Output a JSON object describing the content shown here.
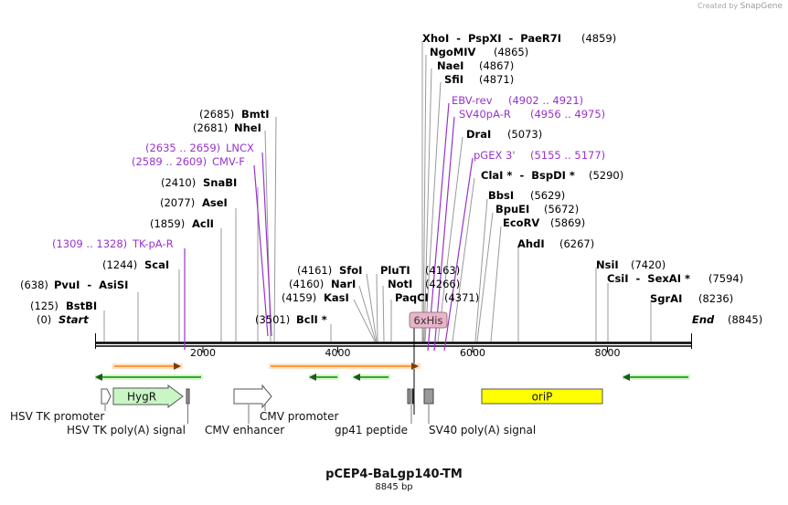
{
  "credit": {
    "prefix": "Created by",
    "brand": "SnapGene"
  },
  "plasmid": {
    "name": "pCEP4-BaLgp140-TM",
    "length_label": "8845 bp",
    "length": 8845
  },
  "colors": {
    "enzyme_text": "#000000",
    "primer_text": "#9933cc",
    "primer_line": "#9933cc",
    "leader_line": "#999999",
    "orange_arrow": "#ff9a3c",
    "green_arrow": "#33aa33",
    "hygr_fill": "#c8f7c5",
    "orip_fill": "#ffff00",
    "tag_fill": "#e8b4c8",
    "grey_fill": "#999999"
  },
  "ticks": [
    {
      "pos": 2000,
      "label": "2000"
    },
    {
      "pos": 4000,
      "label": "4000"
    },
    {
      "pos": 6000,
      "label": "6000"
    },
    {
      "pos": 8000,
      "label": "8000"
    }
  ],
  "ends": {
    "start_label": "Start",
    "start_pos": "(0)",
    "end_label": "End",
    "end_pos": "(8845)"
  },
  "sites": [
    {
      "name": "BstBI",
      "pos": "(125)",
      "kind": "enzyme"
    },
    {
      "name": "PvuI  -  AsiSI",
      "pos": "(638)",
      "kind": "enzyme"
    },
    {
      "name": "ScaI",
      "pos": "(1244)",
      "kind": "enzyme"
    },
    {
      "name": "TK-pA-R",
      "pos": "(1309 .. 1328)",
      "kind": "primer"
    },
    {
      "name": "AclI",
      "pos": "(1859)",
      "kind": "enzyme"
    },
    {
      "name": "AseI",
      "pos": "(2077)",
      "kind": "enzyme"
    },
    {
      "name": "SnaBI",
      "pos": "(2410)",
      "kind": "enzyme"
    },
    {
      "name": "CMV-F",
      "pos": "(2589 .. 2609)",
      "kind": "primer"
    },
    {
      "name": "LNCX",
      "pos": "(2635 .. 2659)",
      "kind": "primer"
    },
    {
      "name": "NheI",
      "pos": "(2681)",
      "kind": "enzyme"
    },
    {
      "name": "BmtI",
      "pos": "(2685)",
      "kind": "enzyme"
    },
    {
      "name": "BclI *",
      "pos": "(3501)",
      "kind": "enzyme"
    },
    {
      "name": "KasI",
      "pos": "(4159)",
      "kind": "enzyme"
    },
    {
      "name": "NarI",
      "pos": "(4160)",
      "kind": "enzyme"
    },
    {
      "name": "SfoI",
      "pos": "(4161)",
      "kind": "enzyme"
    },
    {
      "name": "PluTI",
      "pos": "(4163)",
      "kind": "enzyme"
    },
    {
      "name": "NotI",
      "pos": "(4266)",
      "kind": "enzyme"
    },
    {
      "name": "PaqCI",
      "pos": "(4371)",
      "kind": "enzyme"
    },
    {
      "name": "XhoI  -  PspXI  -  PaeR7I",
      "pos": "(4859)",
      "kind": "enzyme"
    },
    {
      "name": "NgoMIV",
      "pos": "(4865)",
      "kind": "enzyme"
    },
    {
      "name": "NaeI",
      "pos": "(4867)",
      "kind": "enzyme"
    },
    {
      "name": "SfiI",
      "pos": "(4871)",
      "kind": "enzyme"
    },
    {
      "name": "EBV-rev",
      "pos": "(4902 .. 4921)",
      "kind": "primer"
    },
    {
      "name": "SV40pA-R",
      "pos": "(4956 .. 4975)",
      "kind": "primer"
    },
    {
      "name": "DraI",
      "pos": "(5073)",
      "kind": "enzyme"
    },
    {
      "name": "pGEX 3'",
      "pos": "(5155 .. 5177)",
      "kind": "primer"
    },
    {
      "name": "ClaI *  -  BspDI *",
      "pos": "(5290)",
      "kind": "enzyme"
    },
    {
      "name": "BbsI",
      "pos": "(5629)",
      "kind": "enzyme"
    },
    {
      "name": "BpuEI",
      "pos": "(5672)",
      "kind": "enzyme"
    },
    {
      "name": "EcoRV",
      "pos": "(5869)",
      "kind": "enzyme"
    },
    {
      "name": "AhdI",
      "pos": "(6267)",
      "kind": "enzyme"
    },
    {
      "name": "NsiI",
      "pos": "(7420)",
      "kind": "enzyme"
    },
    {
      "name": "CsiI  -  SexAI *",
      "pos": "(7594)",
      "kind": "enzyme"
    },
    {
      "name": "SgrAI",
      "pos": "(8236)",
      "kind": "enzyme"
    }
  ],
  "tag_label": "6xHis",
  "features": {
    "hygr": "HygR",
    "orip": "oriP"
  },
  "feature_labels": [
    "HSV TK promoter",
    "HSV TK poly(A) signal",
    "CMV enhancer",
    "CMV promoter",
    "gp41 peptide",
    "SV40 poly(A) signal"
  ]
}
